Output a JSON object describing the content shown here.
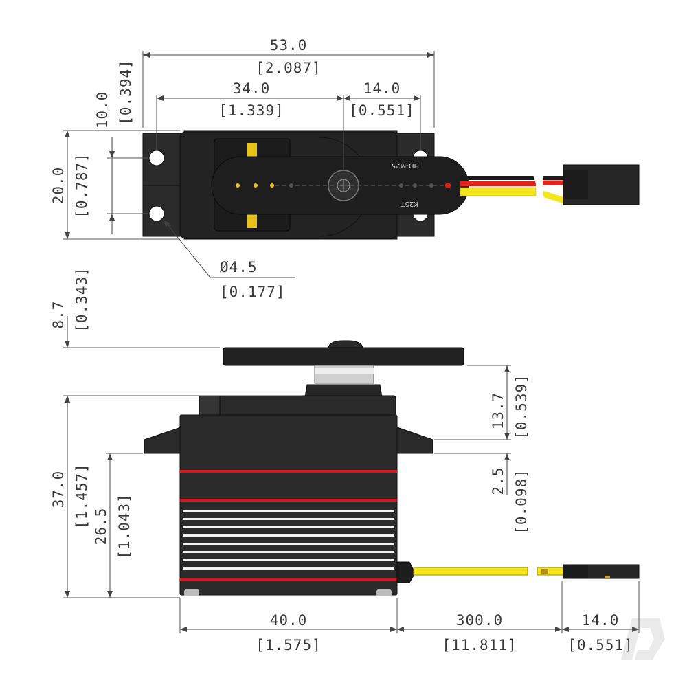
{
  "top_view": {
    "overall_width": {
      "mm": "53.0",
      "in": "[2.087]"
    },
    "hole_to_shaft": {
      "mm": "34.0",
      "in": "[1.339]"
    },
    "shaft_to_hole": {
      "mm": "14.0",
      "in": "[0.551]"
    },
    "hole_spacing": {
      "mm": "10.0",
      "in": "[0.394]"
    },
    "body_width": {
      "mm": "20.0",
      "in": "[0.787]"
    },
    "hole_diameter": {
      "mm": "Ø4.5",
      "in": "[0.177]"
    },
    "horn_label_top": "HD-M25",
    "horn_label_bottom": "K25T"
  },
  "side_view": {
    "horn_height": {
      "mm": "8.7",
      "in": "[0.343]"
    },
    "shaft_height": {
      "mm": "13.7",
      "in": "[0.539]"
    },
    "flange_thickness": {
      "mm": "2.5",
      "in": "[0.098]"
    },
    "total_height": {
      "mm": "37.0",
      "in": "[1.457]"
    },
    "flange_height": {
      "mm": "26.5",
      "in": "[1.043]"
    },
    "case_length": {
      "mm": "40.0",
      "in": "[1.575]"
    },
    "lead_length": {
      "mm": "300.0",
      "in": "[11.811]"
    },
    "connector_length": {
      "mm": "14.0",
      "in": "[0.551]"
    }
  },
  "colors": {
    "case": "#2b2b2b",
    "stripe_red": "#d8141c",
    "fin_white": "#f2f2f2",
    "wire_red": "#e2231a",
    "wire_yellow": "#f5e51b",
    "wire_black": "#1a1a1a"
  },
  "icons": [
    "diameter-symbol",
    "watermark-logo"
  ]
}
